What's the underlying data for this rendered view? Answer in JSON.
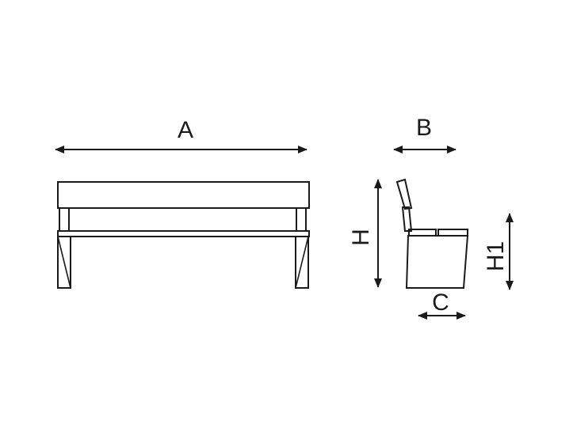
{
  "labels": {
    "length": "A",
    "depth": "B",
    "base_depth": "C",
    "height": "H",
    "seat_height": "H1"
  },
  "colors": {
    "line": "#1a1a1a",
    "background": "#ffffff"
  }
}
